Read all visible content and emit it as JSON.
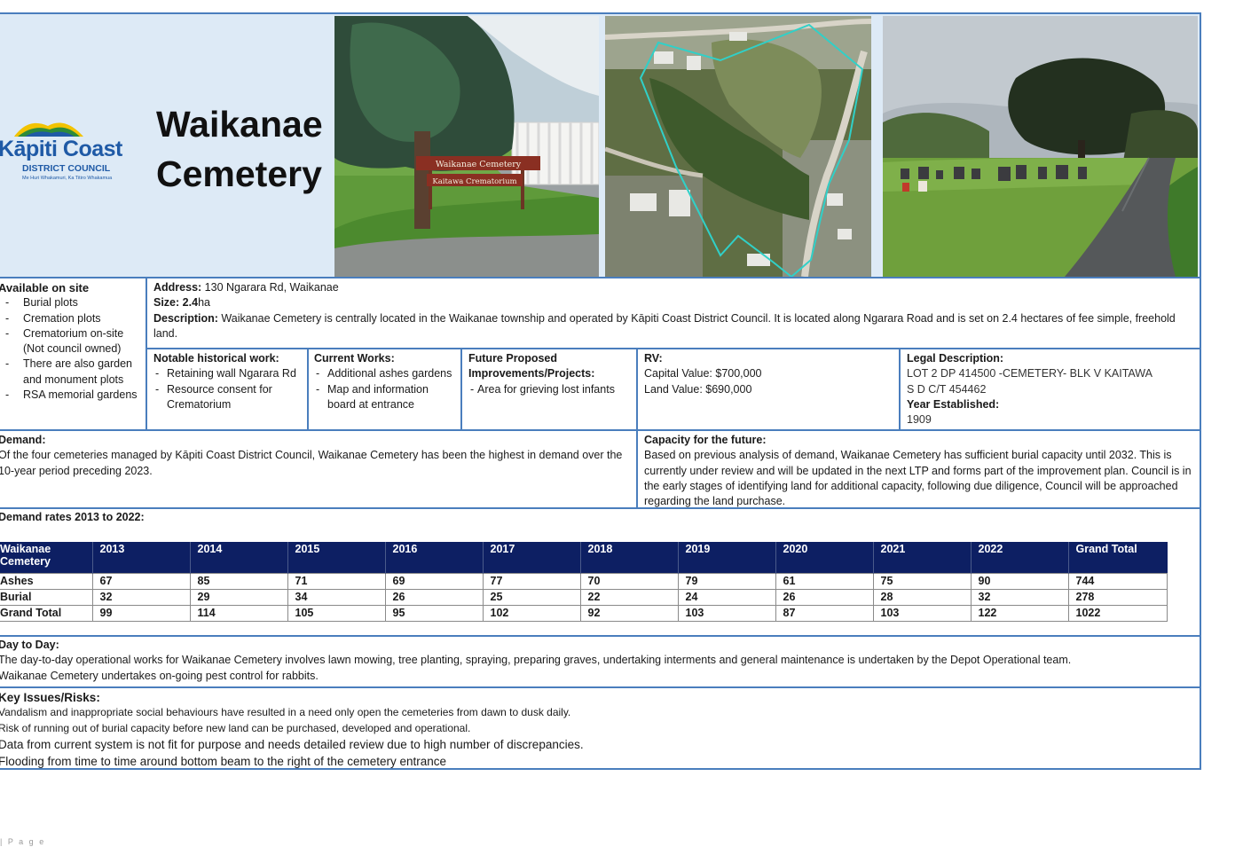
{
  "logo": {
    "brand": "Kāpiti Coast",
    "sub": "DISTRICT COUNCIL",
    "motto": "Me Huri Whakamuri, Ka Titiro Whakamua"
  },
  "title_line1": "Waikanae",
  "title_line2": "Cemetery",
  "available": {
    "heading": "Available on site",
    "items": [
      "Burial plots",
      "Cremation plots",
      "Crematorium on-site (Not council owned)",
      "There are also garden and monument plots",
      "RSA memorial gardens"
    ]
  },
  "address": {
    "label": "Address:",
    "value": "130 Ngarara Rd, Waikanae"
  },
  "size": {
    "label": "Size:",
    "value": "2.4",
    "unit": "ha"
  },
  "description": {
    "label": "Description:",
    "value": "Waikanae Cemetery is centrally located in the Waikanae township and operated by Kāpiti Coast District Council.  It is located along Ngarara Road and is set on 2.4 hectares of fee simple, freehold land."
  },
  "historical": {
    "label": "Notable historical work:",
    "items": [
      "Retaining wall Ngarara Rd",
      "Resource consent for Crematorium"
    ]
  },
  "current": {
    "label": "Current Works:",
    "items": [
      "Additional ashes gardens",
      "Map and information board at entrance"
    ]
  },
  "future": {
    "label": "Future Proposed Improvements/Projects:",
    "items": [
      "Area for grieving lost infants"
    ]
  },
  "rv": {
    "label": "RV:",
    "capital": "Capital Value: $700,000",
    "land": "Land Value: $690,000"
  },
  "legal": {
    "label": "Legal Description:",
    "line1": "LOT 2 DP 414500 -CEMETERY- BLK V KAITAWA",
    "line2": "S D C/T 454462",
    "year_label": "Year Established:",
    "year": "1909"
  },
  "demand": {
    "label": "Demand:",
    "text": "Of the four cemeteries managed by Kāpiti Coast District Council, Waikanae Cemetery has been the highest in demand over the 10-year period preceding 2023."
  },
  "capacity": {
    "label": "Capacity for the future:",
    "text": "Based on previous analysis of demand, Waikanae Cemetery has sufficient burial capacity until 2032.  This is currently under review and will be updated in the next LTP and forms part of the improvement plan.  Council is in the early stages of identifying land for additional capacity, following due diligence, Council will be approached regarding the land purchase."
  },
  "rates_label": "Demand rates 2013 to 2022:",
  "table": {
    "headers": [
      "Waikanae Cemetery",
      "2013",
      "2014",
      "2015",
      "2016",
      "2017",
      "2018",
      "2019",
      "2020",
      "2021",
      "2022",
      "Grand Total"
    ],
    "rows": [
      [
        "Ashes",
        "67",
        "85",
        "71",
        "69",
        "77",
        "70",
        "79",
        "61",
        "75",
        "90",
        "744"
      ],
      [
        "Burial",
        "32",
        "29",
        "34",
        "26",
        "25",
        "22",
        "24",
        "26",
        "28",
        "32",
        "278"
      ],
      [
        "Grand Total",
        "99",
        "114",
        "105",
        "95",
        "102",
        "92",
        "103",
        "87",
        "103",
        "122",
        "1022"
      ]
    ]
  },
  "day": {
    "label": "Day to Day:",
    "line1": "The day-to-day operational works for Waikanae Cemetery involves lawn mowing, tree planting, spraying, preparing graves, undertaking interments and general maintenance is undertaken by the Depot Operational team.",
    "line2": "Waikanae Cemetery undertakes on-going pest control for rabbits."
  },
  "issues": {
    "label": "Key Issues/Risks:",
    "items": [
      "Vandalism and inappropriate social behaviours have resulted in a need only open the cemeteries from dawn to dusk daily.",
      "Risk of running out of burial capacity before new land can be purchased, developed and operational.",
      "Data from current system is not fit for purpose and needs detailed review due to high number of discrepancies.",
      "Flooding from time to time around bottom beam to the right of the cemetery entrance"
    ]
  },
  "signs": {
    "sign1": "Waikanae Cemetery",
    "sign2": "Kaitawa Crematorium"
  },
  "footer": "| P a g e"
}
